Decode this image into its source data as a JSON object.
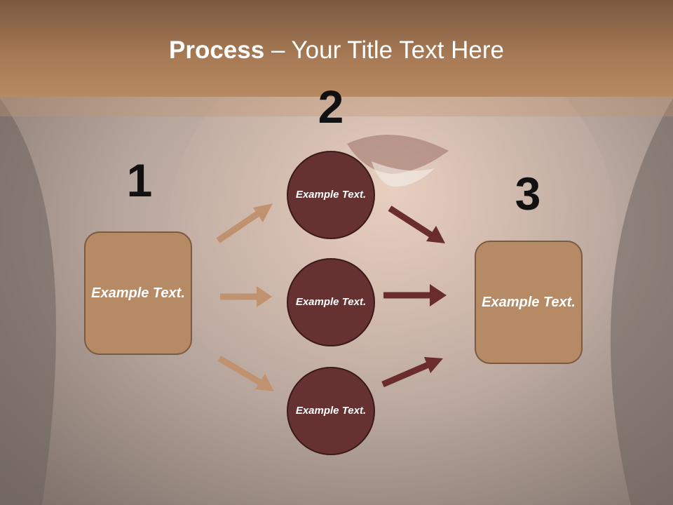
{
  "title": {
    "bold": "Process",
    "rest": " – Your Title Text Here"
  },
  "steps": [
    {
      "number": "1",
      "text": "Example Text."
    },
    {
      "number": "2",
      "text": "Example Text."
    },
    {
      "number": "3",
      "text": "Example Text."
    }
  ],
  "middle_items": [
    {
      "text": "Example Text."
    },
    {
      "text": "Example Text."
    },
    {
      "text": "Example Text."
    }
  ],
  "colors": {
    "title_band": "#a87a55",
    "box_fill": "#b58a65",
    "circle_fill": "#663231",
    "arrow_light": "#c09270",
    "arrow_dark": "#6a2c2c"
  }
}
